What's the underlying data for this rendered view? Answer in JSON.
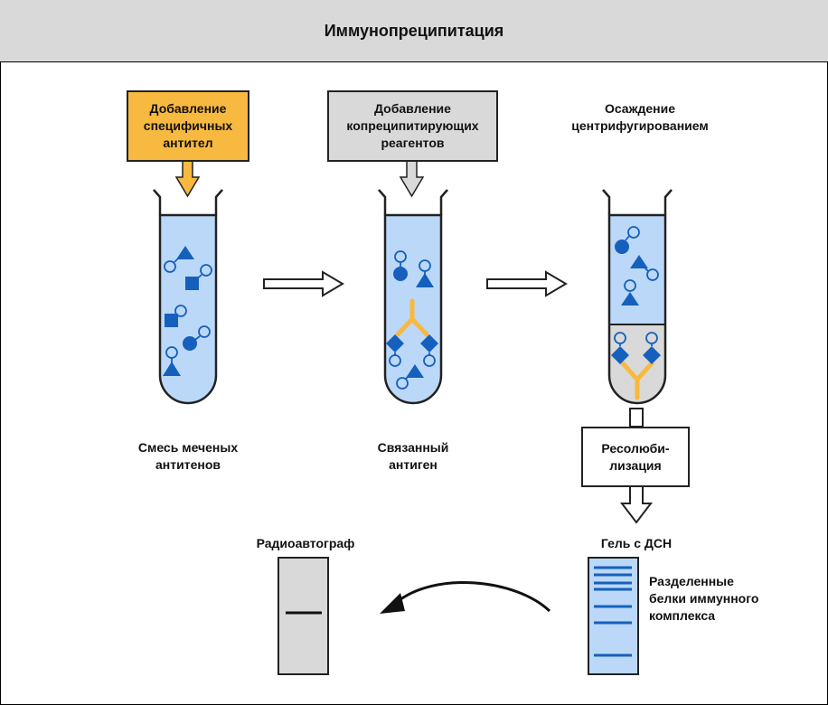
{
  "title": "Иммунопреципитация",
  "labels": {
    "add_specific_antibodies": "Добавление\nспецифичных\nантител",
    "add_coprecipitating": "Добавление\nкопреципитирующих\nреагентов",
    "centrifugation": "Осаждение\nцентрифугированием",
    "labeled_antigens_mix": "Смесь меченых\nантитенов",
    "bound_antigen": "Связанный\nантиген",
    "resolubilization": "Ресолюби-\nлизация",
    "sds_gel": "Гель с ДСН",
    "separated_proteins": "Разделенные\nбелки иммунного\nкомплекса",
    "autoradiograph": "Радиоавтограф"
  },
  "colors": {
    "tube_fill": "#bcd8f8",
    "molecule": "#1560bd",
    "antibody": "#f8b940",
    "callout_orange": "#f8b940",
    "callout_gray": "#d9d9d9",
    "pellet": "#d9d9d9",
    "title_bg": "#d9d9d9"
  }
}
